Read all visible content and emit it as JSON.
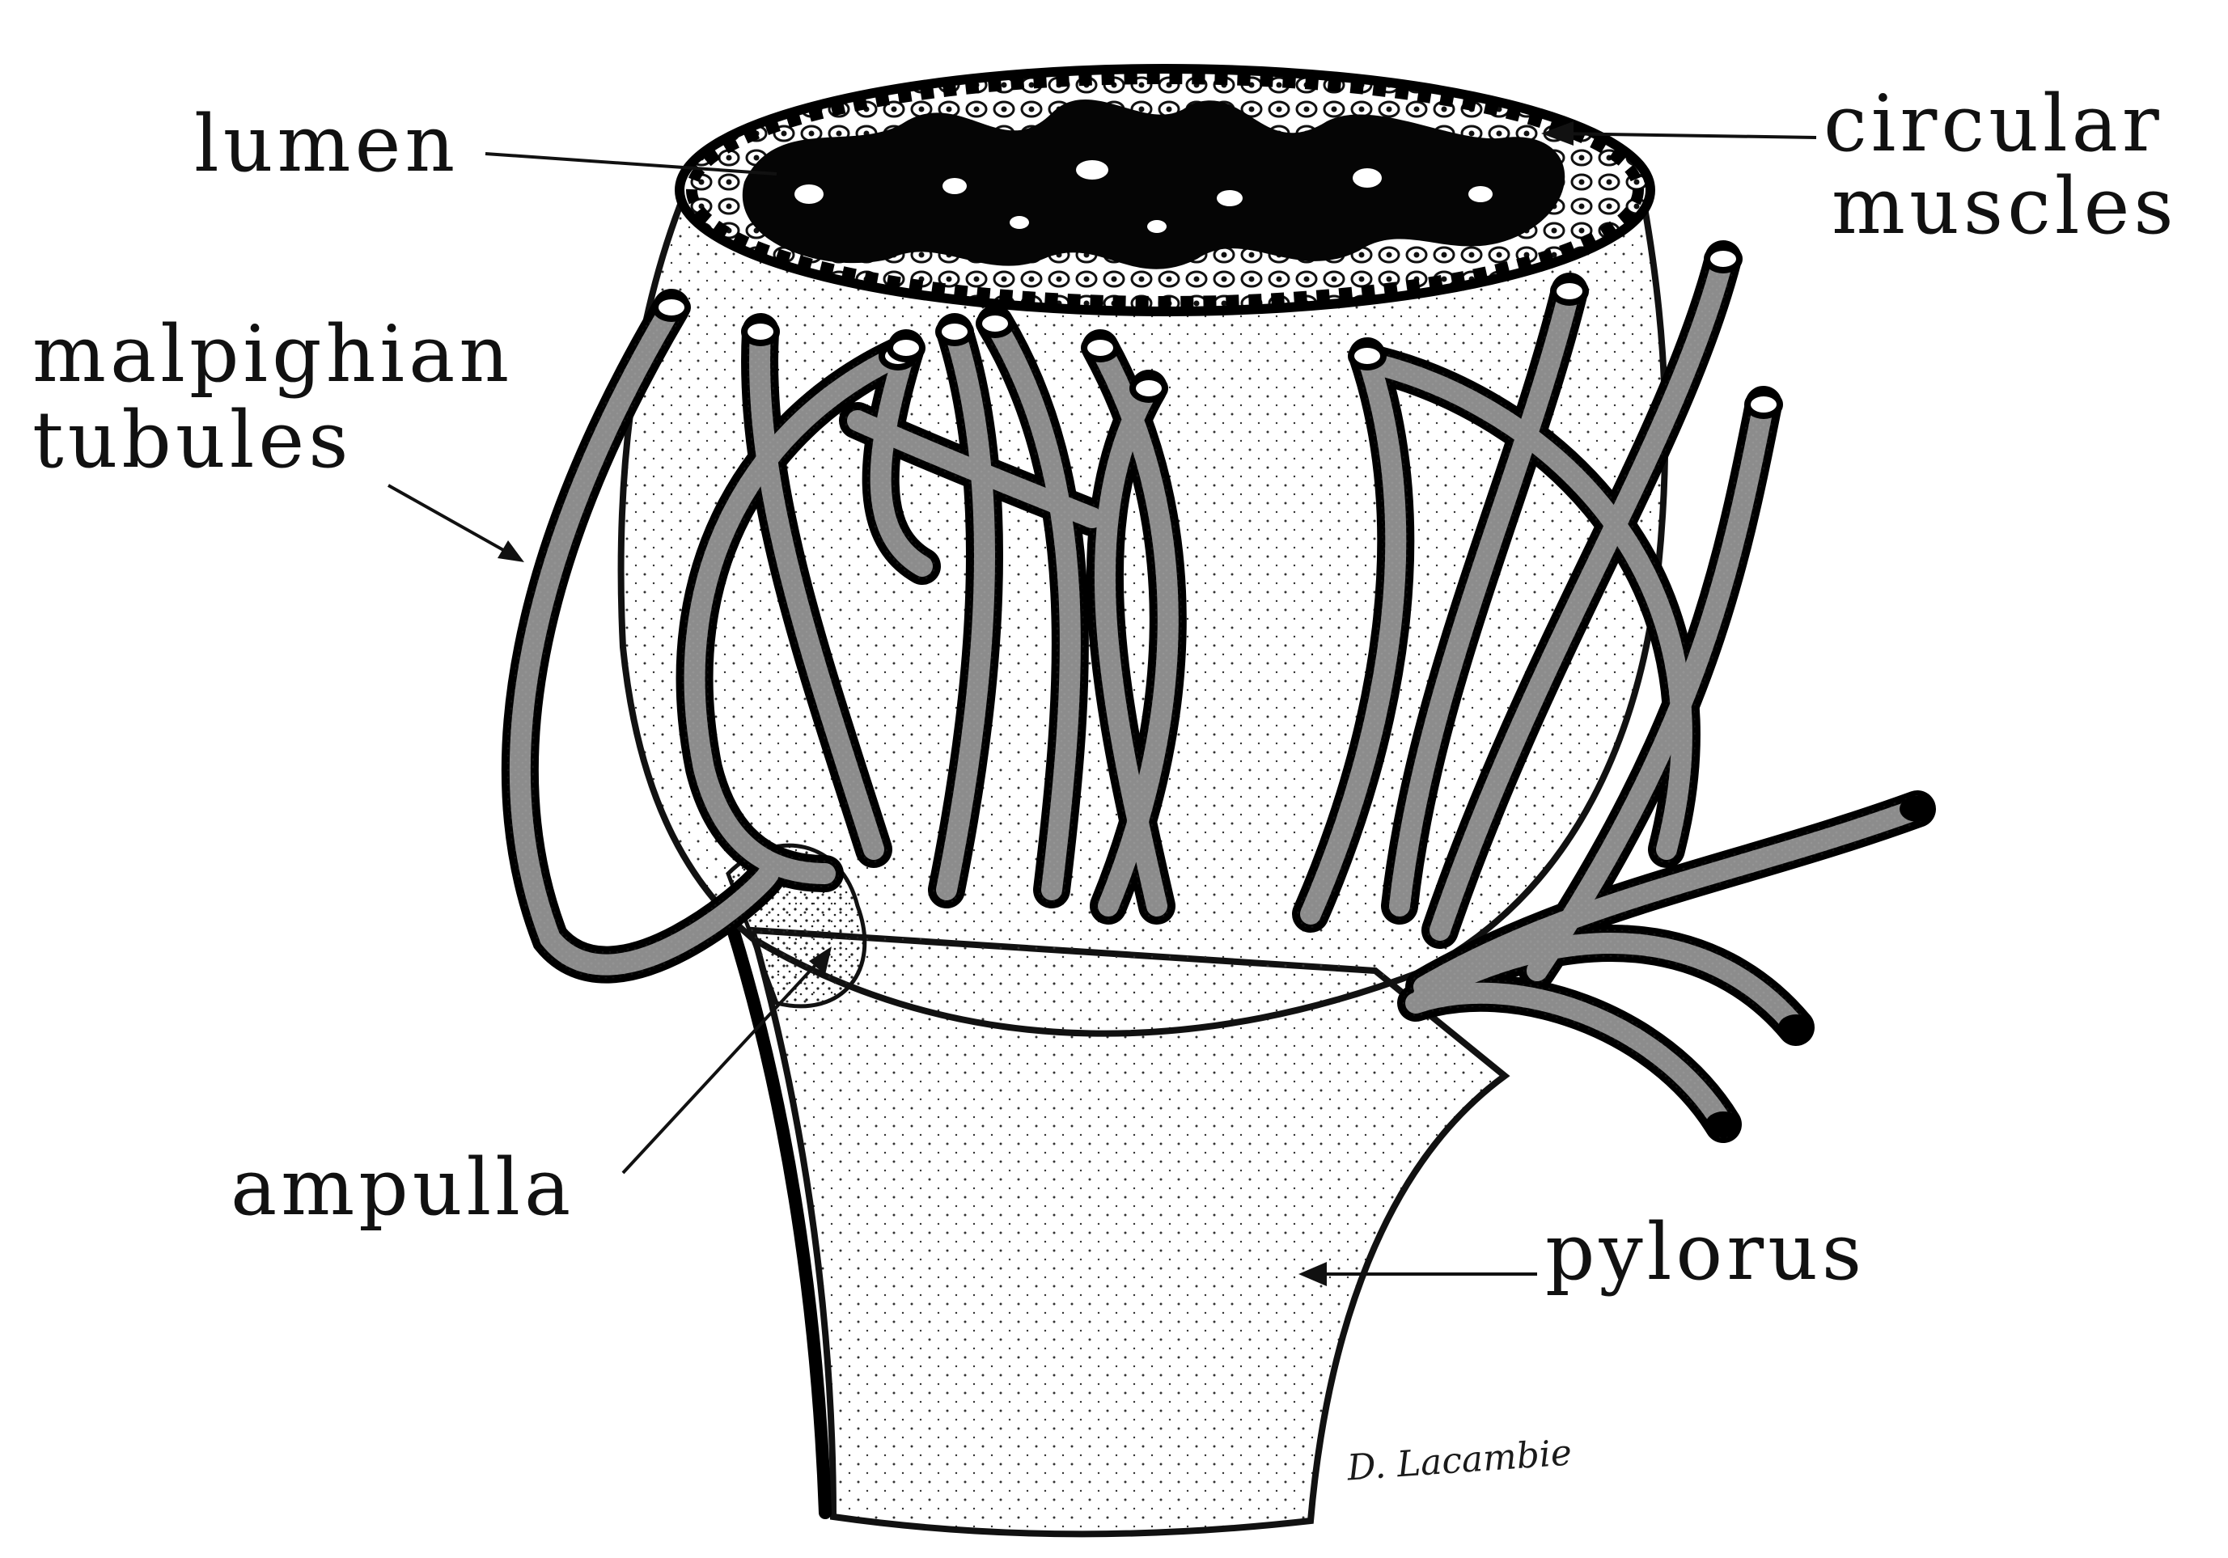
{
  "labels": {
    "lumen": "lumen",
    "circular_muscles_line1": "circular",
    "circular_muscles_line2": "muscles",
    "malpighian_tubules_line1": "malpighian",
    "malpighian_tubules_line2": "tubules",
    "ampulla": "ampulla",
    "pylorus": "pylorus"
  },
  "signature": "D. Lacambie",
  "colors": {
    "ink": "#111111",
    "paper": "#ffffff"
  }
}
